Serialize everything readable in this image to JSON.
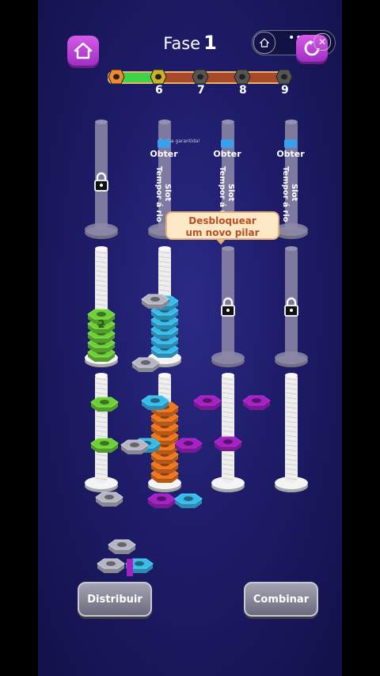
{
  "header": {
    "title_label": "Fase",
    "level_number": "1"
  },
  "progress": {
    "fraction": 0.3,
    "milestones": [
      "6",
      "7",
      "8",
      "9"
    ]
  },
  "board": {
    "locked_slot_text": {
      "obter": "Obter",
      "slot": "Slot",
      "temporario": "Tempor á rio"
    },
    "garantida_note": "Ganha garantida!",
    "tooltip": {
      "line1": "Desbloquear",
      "line2": "um novo pilar"
    },
    "stack_count_label": "2"
  },
  "actions": {
    "distribuir": "Distribuir",
    "combinar": "Combinar"
  },
  "colors": {
    "green": "#6fcf3b",
    "blue": "#3bb9e8",
    "orange": "#f0761f",
    "purple": "#a323c2",
    "gray": "#b5b5c4",
    "accent": "#c04fd9"
  },
  "icons": {
    "home": "home-icon",
    "redo": "redo-icon",
    "lock": "lock-icon",
    "video": "video-camera-icon"
  }
}
